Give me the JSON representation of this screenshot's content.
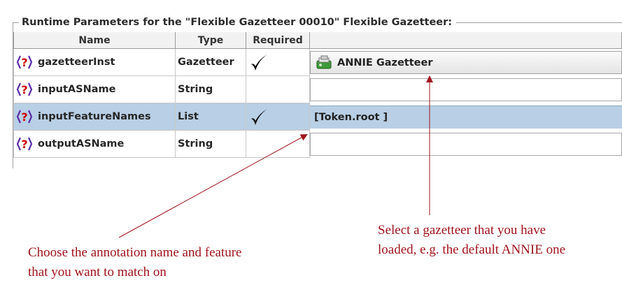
{
  "panel": {
    "title": "Runtime Parameters for the \"Flexible Gazetteer 00010\" Flexible Gazetteer:"
  },
  "table": {
    "headers": {
      "name": "Name",
      "type": "Type",
      "required": "Required",
      "value": ""
    },
    "rows": [
      {
        "name": "gazetteerInst",
        "type": "Gazetteer",
        "required": true,
        "value": "ANNIE Gazetteer",
        "value_icon": "gazetteer-icon",
        "selected": false
      },
      {
        "name": "inputASName",
        "type": "String",
        "required": false,
        "value": "",
        "selected": false
      },
      {
        "name": "inputFeatureNames",
        "type": "List",
        "required": true,
        "value": "[Token.root ]",
        "selected": true
      },
      {
        "name": "outputASName",
        "type": "String",
        "required": false,
        "value": "",
        "selected": false
      }
    ]
  },
  "annotations": {
    "left_line1": "Choose the annotation name and feature",
    "left_line2": "that you want to match on",
    "right_line1": "Select a gazetteer that you have",
    "right_line2": "loaded, e.g. the default ANNIE one"
  },
  "colors": {
    "annotation": "#a0141e",
    "selection": "#b8cfe5",
    "param_icon": "#cc0000",
    "param_bracket": "#5a2ea6"
  }
}
